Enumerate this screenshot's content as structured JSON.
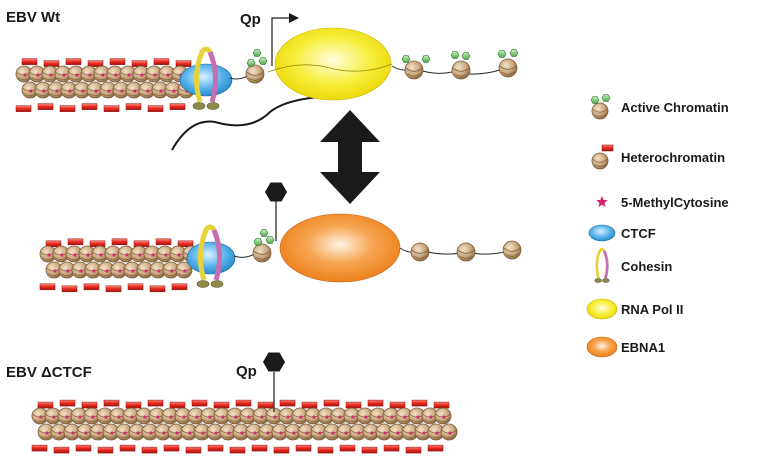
{
  "panels": {
    "wt": {
      "title": "EBV Wt",
      "promoter": "Qp"
    },
    "dctcf": {
      "title": "EBV ΔCTCF",
      "promoter": "Qp"
    }
  },
  "legend": {
    "items": [
      {
        "key": "active",
        "label": "Active Chromatin",
        "icon": "active-chromatin-icon"
      },
      {
        "key": "hetero",
        "label": "Heterochromatin",
        "icon": "heterochromatin-icon"
      },
      {
        "key": "methyl",
        "label": "5-MethylCytosine",
        "icon": "methylcytosine-star-icon"
      },
      {
        "key": "ctcf",
        "label": "CTCF",
        "icon": "ctcf-oval-icon"
      },
      {
        "key": "cohesin",
        "label": "Cohesin",
        "icon": "cohesin-ring-icon"
      },
      {
        "key": "polii",
        "label": "RNA Pol II",
        "icon": "rna-pol-ii-oval-icon"
      },
      {
        "key": "ebna1",
        "label": "EBNA1",
        "icon": "ebna1-oval-icon"
      }
    ]
  },
  "colors": {
    "nucleosome": "#c9a57c",
    "nucleosome_dark": "#7a5a3a",
    "heterochromatin_mark": "#e8271f",
    "active_mark": "#7cc47a",
    "methyl": "#d4236f",
    "ctcf": "#39a0de",
    "pol_ii": "#f5ea16",
    "ebna1": "#f08a22",
    "cohesin_a": "#c66fb0",
    "cohesin_b": "#e6d33a",
    "cohesin_base": "#8d8a4a",
    "arrow": "#1a1a1a"
  }
}
